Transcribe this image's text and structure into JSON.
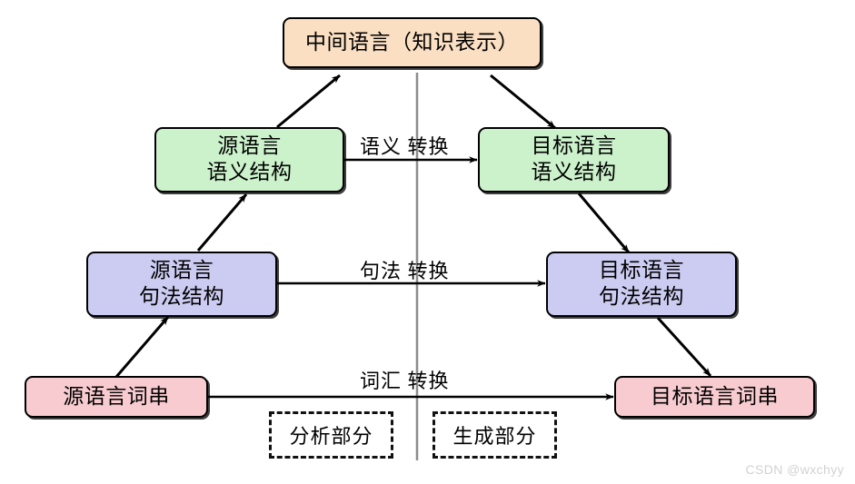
{
  "diagram": {
    "title_watermark": "CSDN @wxchyy",
    "colors": {
      "interlingua_fill": "#fadfc3",
      "semantic_fill": "#ccf2cc",
      "syntax_fill": "#ccccf2",
      "lexical_fill": "#f7cbcf",
      "stroke": "#000000",
      "divider": "#808080",
      "watermark": "#d2d2d2"
    },
    "nodes": {
      "interlingua": {
        "line1": "中间语言（知识表示）"
      },
      "source_semantic": {
        "line1": "源语言",
        "line2": "语义结构"
      },
      "target_semantic": {
        "line1": "目标语言",
        "line2": "语义结构"
      },
      "source_syntax": {
        "line1": "源语言",
        "line2": "句法结构"
      },
      "target_syntax": {
        "line1": "目标语言",
        "line2": "句法结构"
      },
      "source_lexical": {
        "line1": "源语言词串"
      },
      "target_lexical": {
        "line1": "目标语言词串"
      }
    },
    "edge_labels": {
      "semantic_transfer": "语义 转换",
      "syntactic_transfer": "句法 转换",
      "lexical_transfer": "词汇 转换"
    },
    "sections": {
      "analysis": "分析部分",
      "generation": "生成部分"
    }
  }
}
